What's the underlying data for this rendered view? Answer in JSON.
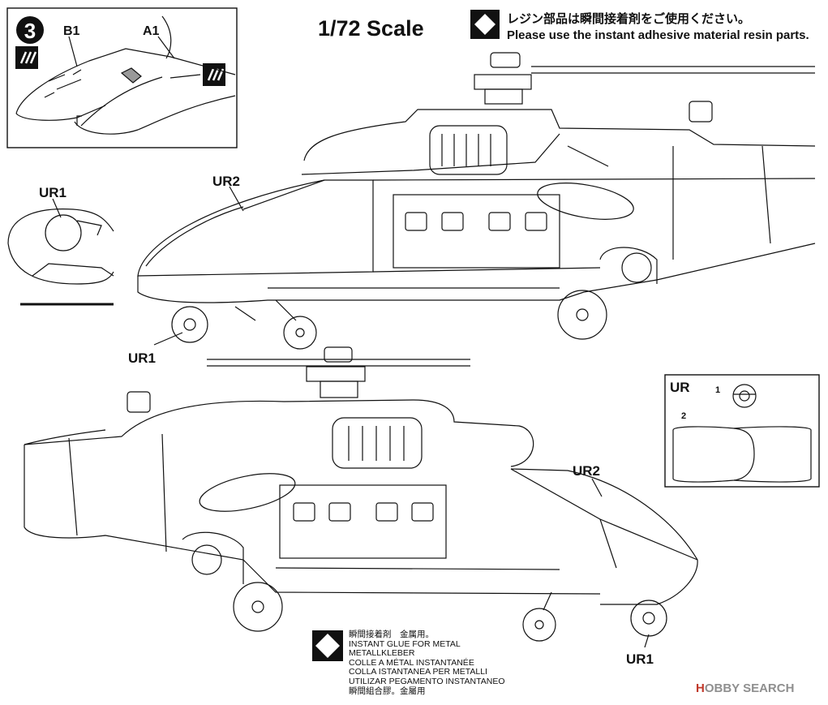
{
  "header": {
    "step_number": "3",
    "scale": "1/72 Scale",
    "resin_note_jp": "レジン部品は瞬間接着剤をご使用ください。",
    "resin_note_en": "Please use the instant adhesive material resin parts."
  },
  "step_inset": {
    "part_b1": "B1",
    "part_a1": "A1"
  },
  "upper_view": {
    "ur1_top": "UR1",
    "ur2": "UR2",
    "ur1_bottom": "UR1"
  },
  "lower_view": {
    "ur2": "UR2",
    "ur1": "UR1"
  },
  "ur_parts_box": {
    "title": "UR",
    "item1": "1",
    "item2": "2"
  },
  "glue_legend": {
    "lines": [
      "瞬間接着剤　金属用。",
      "INSTANT GLUE FOR METAL",
      "METALLKLEBER",
      "COLLE A MÉTAL INSTANTANÉE",
      "COLLA ISTANTANEA PER METALLI",
      "UTILIZAR PEGAMENTO INSTANTANEO",
      "瞬間組合膠。金屬用"
    ]
  },
  "watermark": {
    "brand_prefix": "H",
    "brand_rest": "OBBY SEARCH"
  }
}
